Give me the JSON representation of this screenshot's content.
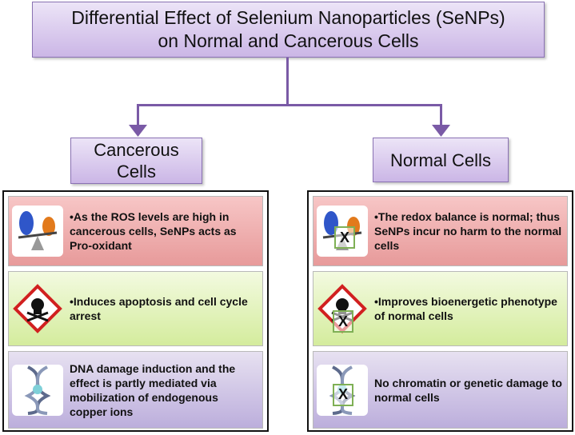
{
  "title": {
    "line1": "Differential Effect of Selenium Nanoparticles (SeNPs)",
    "line2": "on Normal and Cancerous Cells"
  },
  "cancer": {
    "heading_line1": "Cancerous",
    "heading_line2": "Cells",
    "rows": [
      {
        "text": "•As the ROS levels are high in cancerous cells, SeNPs acts as Pro-oxidant",
        "icon": "redox-balance-icon"
      },
      {
        "text": "•Induces apoptosis and cell cycle arrest",
        "icon": "toxic-hazard-icon"
      },
      {
        "text": "DNA damage induction and the effect is partly mediated via mobilization of endogenous copper ions",
        "icon": "dna-damage-icon"
      }
    ]
  },
  "normal": {
    "heading": "Normal Cells",
    "rows": [
      {
        "text": "•The redox balance is normal; thus SeNPs incur no harm to the normal cells",
        "icon": "redox-balance-icon"
      },
      {
        "text": "•Improves bioenergetic phenotype of normal cells",
        "icon": "toxic-hazard-icon"
      },
      {
        "text": "No chromatin or genetic damage to normal cells",
        "icon": "dna-damage-icon"
      }
    ],
    "x_mark": "X"
  },
  "colors": {
    "purple_box": "#cbb6e6",
    "connector": "#7a5aa6",
    "row_red": "#f0b3b3",
    "row_green": "#e4f3bd",
    "row_violet": "#d2c8e8",
    "x_border": "#7fb055"
  }
}
